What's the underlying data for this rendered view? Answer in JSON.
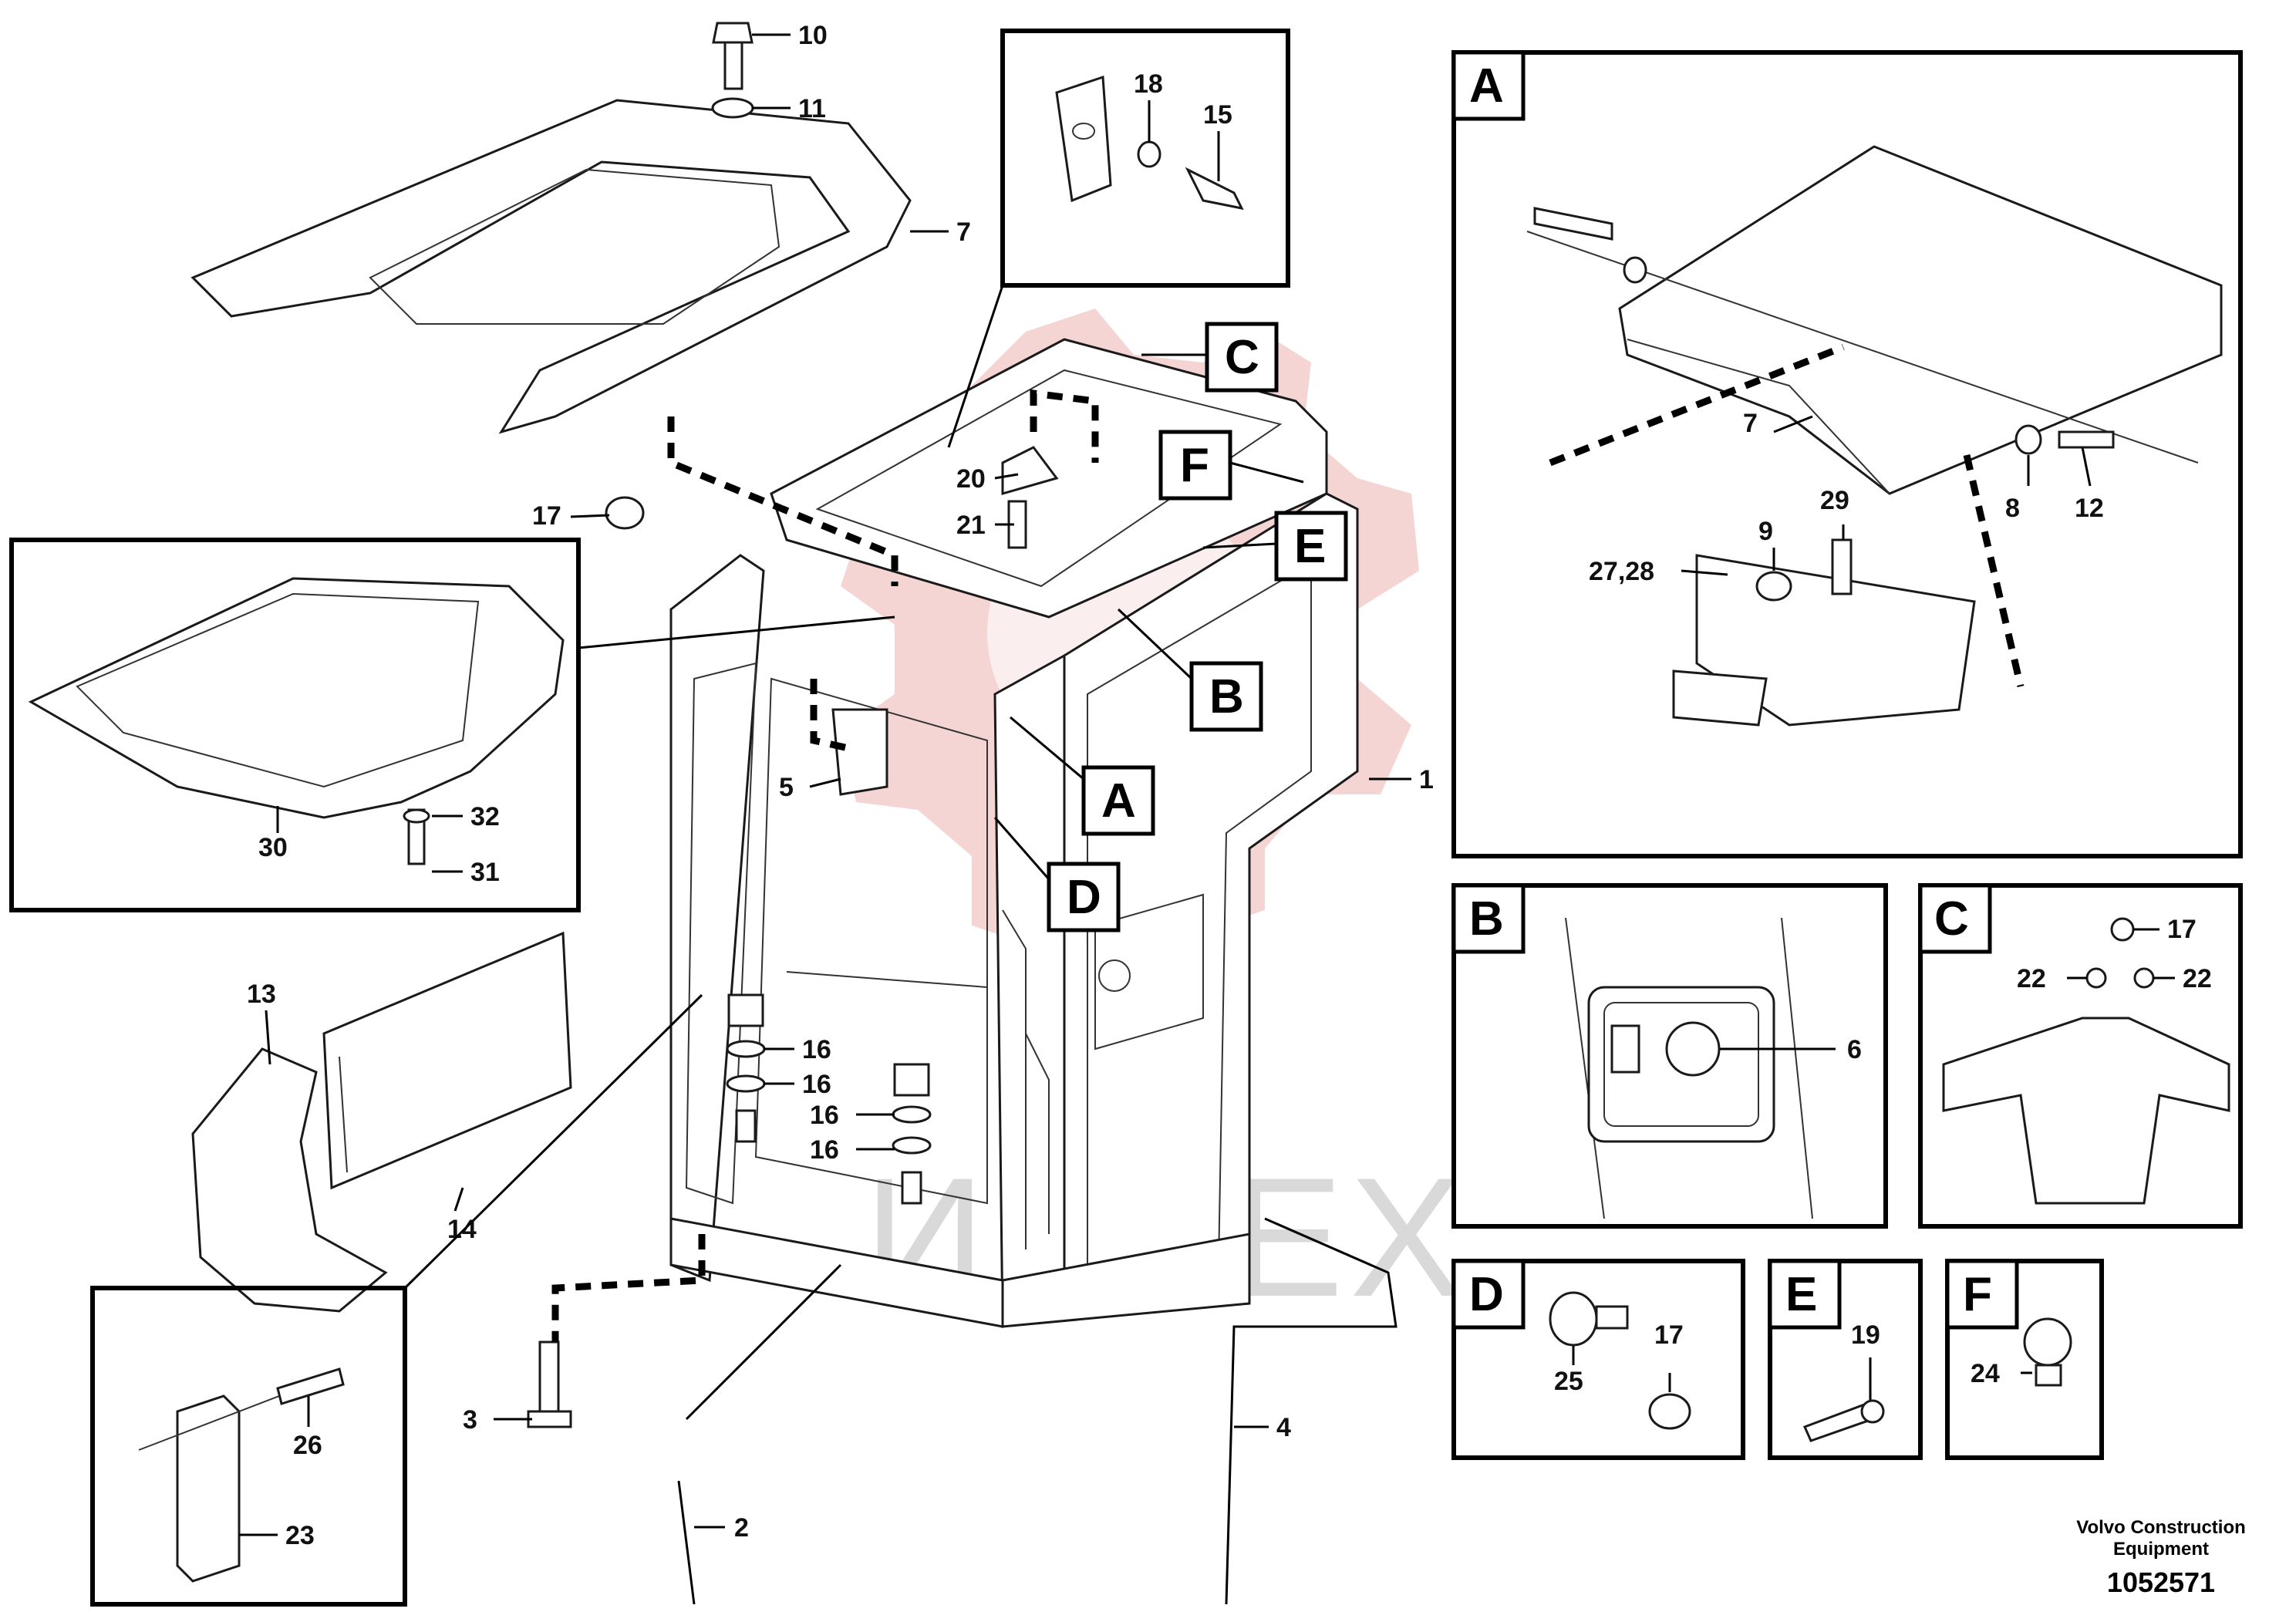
{
  "watermark": "ИНТЕХ",
  "footer": {
    "brand": "Volvo Construction Equipment",
    "drawing_number": "1052571"
  },
  "detail_labels": {
    "A": "A",
    "B": "B",
    "C": "C",
    "D": "D",
    "E": "E",
    "F": "F"
  },
  "callouts": {
    "main": [
      "1",
      "2",
      "3",
      "4",
      "5",
      "7",
      "10",
      "11",
      "13",
      "14",
      "16",
      "16",
      "16",
      "16",
      "17",
      "20",
      "21"
    ],
    "inset_30": [
      "30",
      "31",
      "32"
    ],
    "inset_23": [
      "23",
      "26"
    ],
    "inset_15": [
      "15",
      "18"
    ],
    "detail_A": [
      "7",
      "8",
      "9",
      "12",
      "27,28",
      "29"
    ],
    "detail_B": [
      "6"
    ],
    "detail_C": [
      "17",
      "22",
      "22"
    ],
    "detail_D": [
      "25",
      "17"
    ],
    "detail_E": [
      "19"
    ],
    "detail_F": [
      "24"
    ]
  }
}
